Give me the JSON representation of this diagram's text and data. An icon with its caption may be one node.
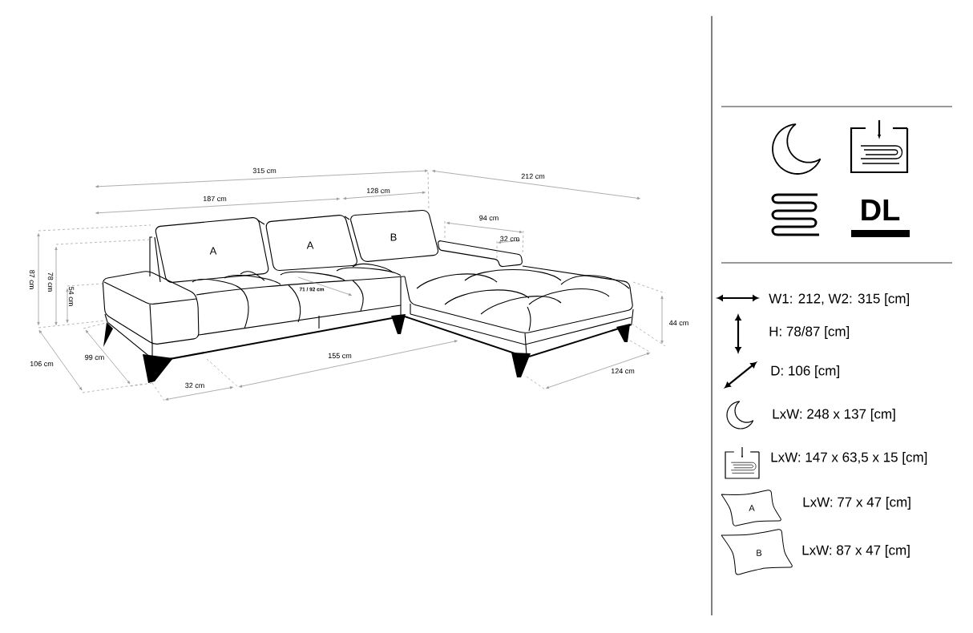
{
  "diagram": {
    "labels": [
      "315 cm",
      "212 cm",
      "187 cm",
      "128 cm",
      "94 cm",
      "32 cm",
      "A",
      "A",
      "B",
      "87 cm",
      "78 cm",
      "54 cm",
      "71 / 92 cm",
      "44 cm",
      "155 cm",
      "106 cm",
      "99 cm",
      "124 cm",
      "32 cm",
      "DL",
      "W1: 212, W2: 315 [cm]",
      "H: 78/87 [cm]",
      "D: 106 [cm]",
      "LxW: 248 x 137 [cm]",
      "LxW: 147 x 63,5 x 15 [cm]",
      "A",
      "LxW: 77 x 47 [cm]",
      "B",
      "LxW: 87 x 47 [cm]"
    ]
  }
}
